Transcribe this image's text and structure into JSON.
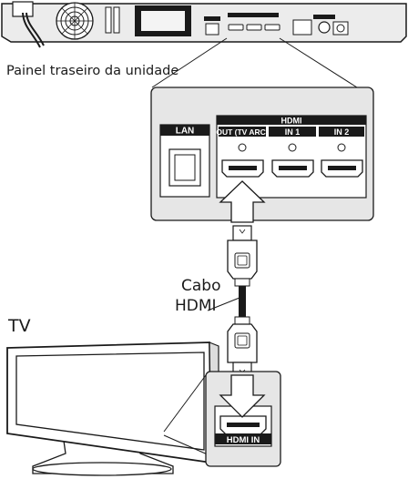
{
  "caption": "Painel traseiro da unidade",
  "cable_label": [
    "Cabo",
    "HDMI"
  ],
  "tv_label": "TV",
  "back_panel": {
    "lan": "LAN",
    "hdmi_header": "HDMI",
    "ports": [
      "OUT (TV ARC)",
      "IN 1",
      "IN 2"
    ]
  },
  "tv_port": "HDMI IN",
  "colors": {
    "stroke": "#1a1a1a",
    "panel_fill": "#e6e6e6",
    "label_bg": "#1a1a1a",
    "label_text": "#ffffff"
  }
}
